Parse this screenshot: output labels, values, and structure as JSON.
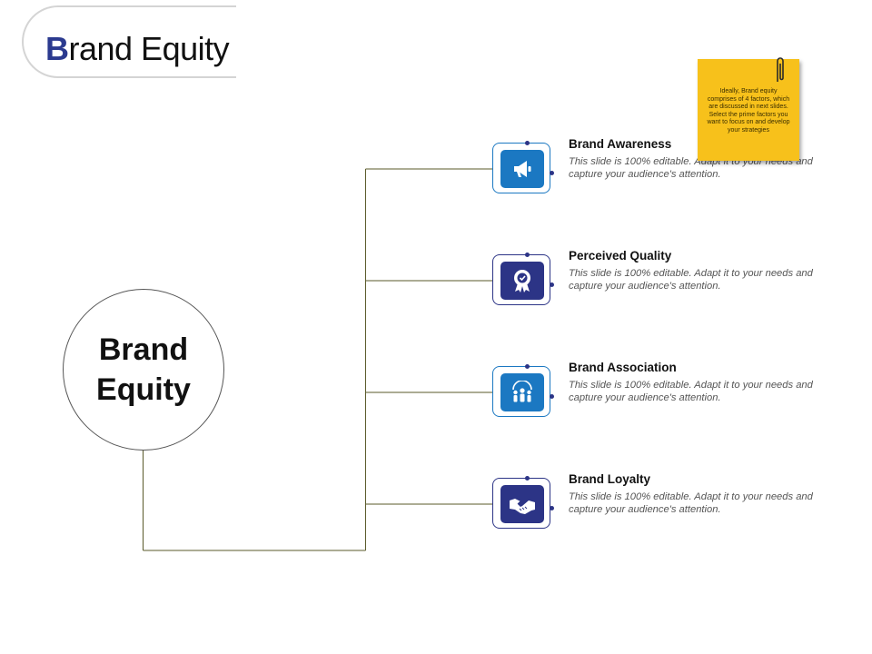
{
  "header": {
    "title_initial": "B",
    "title_rest": "rand Equity"
  },
  "hub": {
    "label_line1": "Brand",
    "label_line2": "Equity"
  },
  "nodes": [
    {
      "title": "Brand Awareness",
      "description": "This slide is 100% editable. Adapt it to your needs and capture your audience's attention.",
      "icon": "megaphone-icon",
      "color": "#1b78c2"
    },
    {
      "title": "Perceived Quality",
      "description": "This slide is 100% editable. Adapt it to your needs and capture your audience's attention.",
      "icon": "quality-badge-icon",
      "color": "#2c3486"
    },
    {
      "title": "Brand Association",
      "description": "This slide is 100% editable. Adapt it to your needs and capture your audience's attention.",
      "icon": "people-group-icon",
      "color": "#1b78c2"
    },
    {
      "title": "Brand Loyalty",
      "description": "This slide is 100% editable. Adapt it to your needs and capture your audience's attention.",
      "icon": "handshake-icon",
      "color": "#2c3486"
    }
  ],
  "note": {
    "text": "Ideally, Brand equity comprises of 4 factors, which are discussed in next slides. Select the prime factors you want to focus on and develop your strategies",
    "color": "#f7c11b"
  },
  "colors": {
    "accent_blue": "#1b78c2",
    "accent_navy": "#2c3486",
    "connector": "#5a5a2a"
  }
}
